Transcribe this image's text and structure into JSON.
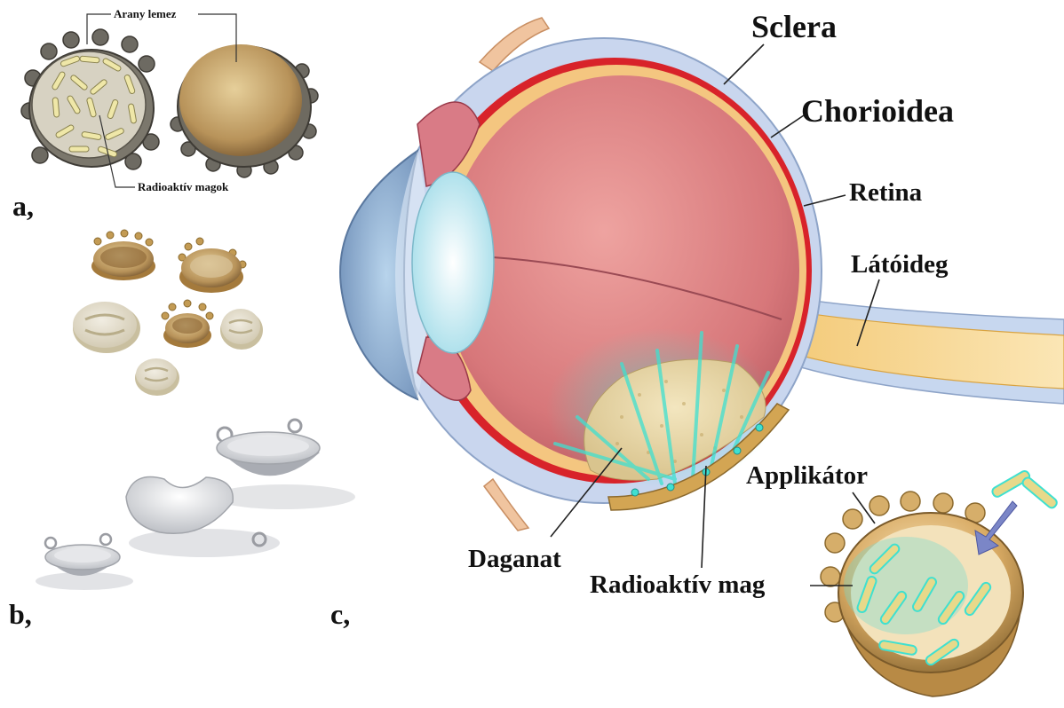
{
  "panel_a": {
    "panel_label": "a,",
    "label_gold_plate": "Arany lemez",
    "label_radioactive_seeds": "Radioaktív magok"
  },
  "panel_b": {
    "panel_label": "b,"
  },
  "panel_c": {
    "panel_label": "c,",
    "labels": {
      "sclera": "Sclera",
      "choroid": "Chorioidea",
      "retina": "Retina",
      "optic_nerve": "Látóideg",
      "applicator": "Applikátor",
      "tumor": "Daganat",
      "radioactive_seed": "Radioaktív mag"
    }
  },
  "colors": {
    "gold": "#c9a24a",
    "eye_interior": "#d9787a",
    "sclera": "#c9d6ee",
    "radiation": "#3fe0d0",
    "tumor": "#e8d7a8",
    "choroid": "#d8232a"
  }
}
